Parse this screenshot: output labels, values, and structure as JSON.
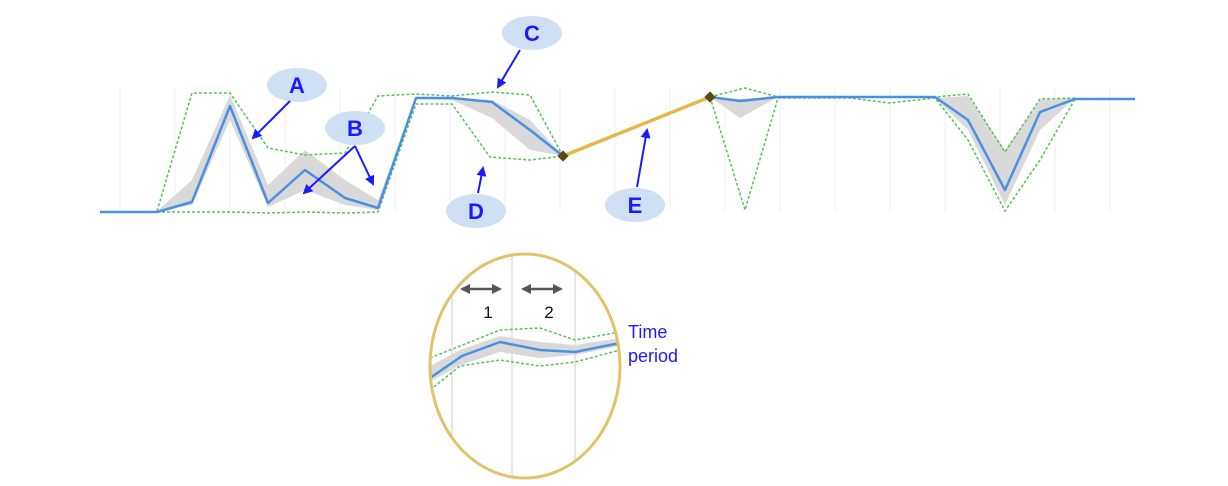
{
  "callouts": {
    "a": "A",
    "b": "B",
    "c": "C",
    "d": "D",
    "e": "E"
  },
  "inset": {
    "period_1": "1",
    "period_2": "2",
    "time_label_line1": "Time",
    "time_label_line2": "period"
  },
  "colors": {
    "mean_line": "#4a90e2",
    "band_fill": "#d9d9d9",
    "bound_line": "#5cc05c",
    "gap_line": "#e6b84a",
    "gap_marker": "#5a4a1a",
    "callout_bubble": "#cfe0f5",
    "callout_text": "#1a1aff",
    "arrow": "#1a1aff",
    "inset_border": "#e0c36a",
    "grid": "#ededed",
    "period_arrow": "#555555"
  },
  "icons": {
    "period_arrow": "double-headed-arrow"
  }
}
